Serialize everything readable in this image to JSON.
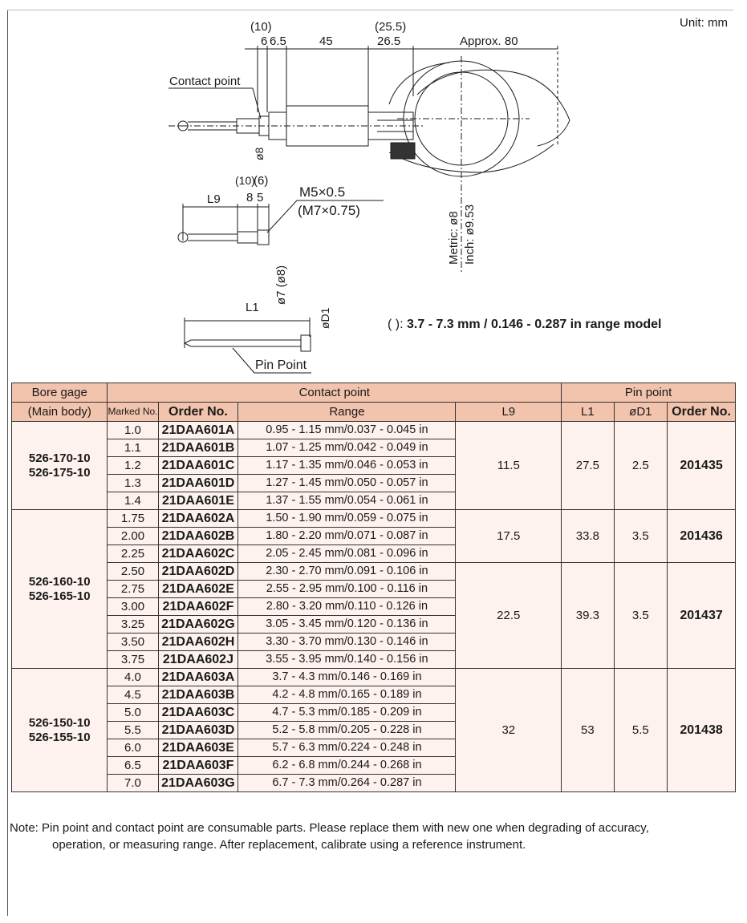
{
  "unit_label": "Unit: mm",
  "drawing": {
    "dims_top": {
      "p10": "(10)",
      "v6": "6",
      "v6_5": "6.5",
      "v45": "45",
      "p25_5": "(25.5)",
      "v26_5": "26.5",
      "approx80": "Approx. 80"
    },
    "contact_point_label": "Contact point",
    "dia8": "ø8",
    "dims_mid": {
      "p10": "(10)",
      "p6": "(6)",
      "v8": "8",
      "v5": "5",
      "l9": "L9"
    },
    "thread": "M5×0.5",
    "thread_alt": "(M7×0.75)",
    "dia7": "ø7 (ø8)",
    "metric": "Metric: ø8",
    "inch": "Inch: ø9.53",
    "l1": "L1",
    "d1": "øD1",
    "pin_point_label": "Pin Point"
  },
  "range_note": {
    "prefix": "(   ): ",
    "text": "3.7 - 7.3 mm / 0.146 - 0.287 in range model"
  },
  "table": {
    "headers": {
      "bore_gage": "Bore gage",
      "main_body": "(Main body)",
      "contact_point": "Contact point",
      "pin_point": "Pin point",
      "marked_no": "Marked No.",
      "order_no": "Order No.",
      "range": "Range",
      "l9": "L9",
      "l1": "L1",
      "d1": "øD1",
      "pin_order_no": "Order No."
    },
    "groups": [
      {
        "models": [
          "526-170-10",
          "526-175-10"
        ],
        "rows": [
          {
            "marked": "1.0",
            "order": "21DAA601A",
            "range": "0.95 - 1.15 mm/0.037 - 0.045 in"
          },
          {
            "marked": "1.1",
            "order": "21DAA601B",
            "range": "1.07 - 1.25 mm/0.042 - 0.049 in"
          },
          {
            "marked": "1.2",
            "order": "21DAA601C",
            "range": "1.17 - 1.35 mm/0.046 - 0.053 in"
          },
          {
            "marked": "1.3",
            "order": "21DAA601D",
            "range": "1.27 - 1.45 mm/0.050 - 0.057 in"
          },
          {
            "marked": "1.4",
            "order": "21DAA601E",
            "range": "1.37 - 1.55 mm/0.054 - 0.061 in"
          }
        ],
        "pin_groups": [
          {
            "l9": "11.5",
            "l1": "27.5",
            "d1": "2.5",
            "order": "201435"
          }
        ]
      },
      {
        "models": [
          "526-160-10",
          "526-165-10"
        ],
        "rows": [
          {
            "marked": "1.75",
            "order": "21DAA602A",
            "range": "1.50 - 1.90 mm/0.059 - 0.075 in"
          },
          {
            "marked": "2.00",
            "order": "21DAA602B",
            "range": "1.80 - 2.20 mm/0.071 - 0.087 in"
          },
          {
            "marked": "2.25",
            "order": "21DAA602C",
            "range": "2.05 - 2.45 mm/0.081 - 0.096 in"
          },
          {
            "marked": "2.50",
            "order": "21DAA602D",
            "range": "2.30 - 2.70 mm/0.091 - 0.106 in"
          },
          {
            "marked": "2.75",
            "order": "21DAA602E",
            "range": "2.55 - 2.95 mm/0.100 - 0.116 in"
          },
          {
            "marked": "3.00",
            "order": "21DAA602F",
            "range": "2.80 - 3.20 mm/0.110 - 0.126 in"
          },
          {
            "marked": "3.25",
            "order": "21DAA602G",
            "range": "3.05 - 3.45 mm/0.120 - 0.136 in"
          },
          {
            "marked": "3.50",
            "order": "21DAA602H",
            "range": "3.30 - 3.70 mm/0.130 - 0.146 in"
          },
          {
            "marked": "3.75",
            "order": "21DAA602J",
            "range": "3.55 - 3.95 mm/0.140 - 0.156 in"
          }
        ],
        "pin_groups": [
          {
            "l9": "17.5",
            "l1": "33.8",
            "d1": "3.5",
            "order": "201436"
          },
          {
            "l9": "22.5",
            "l1": "39.3",
            "d1": "3.5",
            "order": "201437"
          }
        ]
      },
      {
        "models": [
          "526-150-10",
          "526-155-10"
        ],
        "rows": [
          {
            "marked": "4.0",
            "order": "21DAA603A",
            "range": "3.7 - 4.3 mm/0.146 - 0.169 in"
          },
          {
            "marked": "4.5",
            "order": "21DAA603B",
            "range": "4.2 - 4.8 mm/0.165 - 0.189 in"
          },
          {
            "marked": "5.0",
            "order": "21DAA603C",
            "range": "4.7 - 5.3 mm/0.185 - 0.209 in"
          },
          {
            "marked": "5.5",
            "order": "21DAA603D",
            "range": "5.2 - 5.8 mm/0.205 - 0.228 in"
          },
          {
            "marked": "6.0",
            "order": "21DAA603E",
            "range": "5.7 - 6.3 mm/0.224 - 0.248 in"
          },
          {
            "marked": "6.5",
            "order": "21DAA603F",
            "range": "6.2 - 6.8 mm/0.244 - 0.268 in"
          },
          {
            "marked": "7.0",
            "order": "21DAA603G",
            "range": "6.7 - 7.3 mm/0.264 - 0.287 in"
          }
        ],
        "pin_groups": [
          {
            "l9": "32",
            "l1": "53",
            "d1": "5.5",
            "order": "201438"
          }
        ]
      }
    ]
  },
  "note": {
    "line1": "Note: Pin point and contact point are consumable parts. Please replace them with new one when degrading of accuracy,",
    "line2": "operation, or measuring range. After replacement, calibrate using a reference instrument."
  }
}
